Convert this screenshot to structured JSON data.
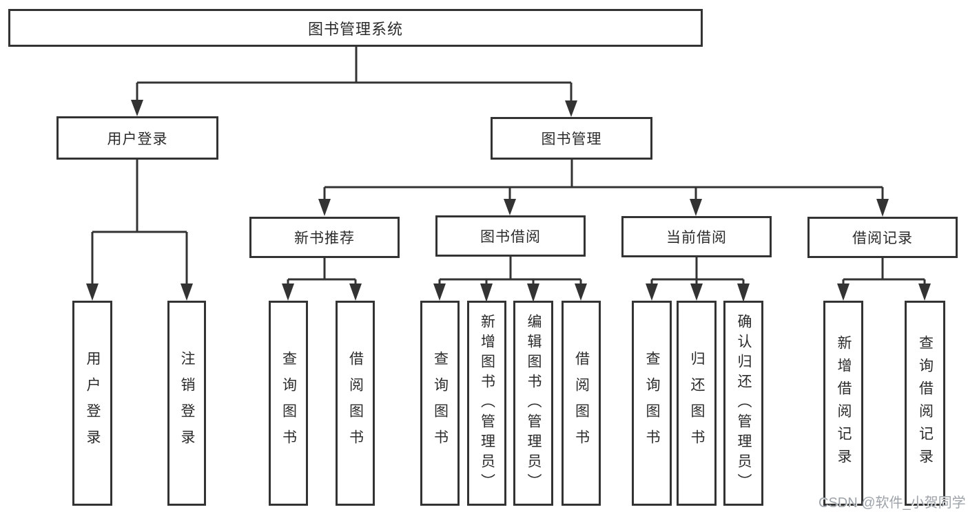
{
  "tree": {
    "root": {
      "label": "图书管理系统",
      "children": [
        {
          "label": "用户登录",
          "children": [
            {
              "label": "用户登录"
            },
            {
              "label": "注销登录"
            }
          ]
        },
        {
          "label": "图书管理",
          "children": [
            {
              "label": "新书推荐",
              "children": [
                {
                  "label": "查询图书"
                },
                {
                  "label": "借阅图书"
                }
              ]
            },
            {
              "label": "图书借阅",
              "children": [
                {
                  "label": "查询图书"
                },
                {
                  "label": "新增图书（管理员）"
                },
                {
                  "label": "编辑图书（管理员）"
                },
                {
                  "label": "借阅图书"
                }
              ]
            },
            {
              "label": "当前借阅",
              "children": [
                {
                  "label": "查询图书"
                },
                {
                  "label": "归还图书"
                },
                {
                  "label": "确认归还（管理员）"
                }
              ]
            },
            {
              "label": "借阅记录",
              "children": [
                {
                  "label": "新增借阅记录"
                },
                {
                  "label": "查询借阅记录"
                }
              ]
            }
          ]
        }
      ]
    }
  },
  "watermark": {
    "text": "CSDN @软件_小贺同学"
  },
  "colors": {
    "line": "#333333",
    "box_border": "#333333",
    "text": "#2b2b2b",
    "watermark": "#989ea4",
    "background": "#ffffff"
  }
}
